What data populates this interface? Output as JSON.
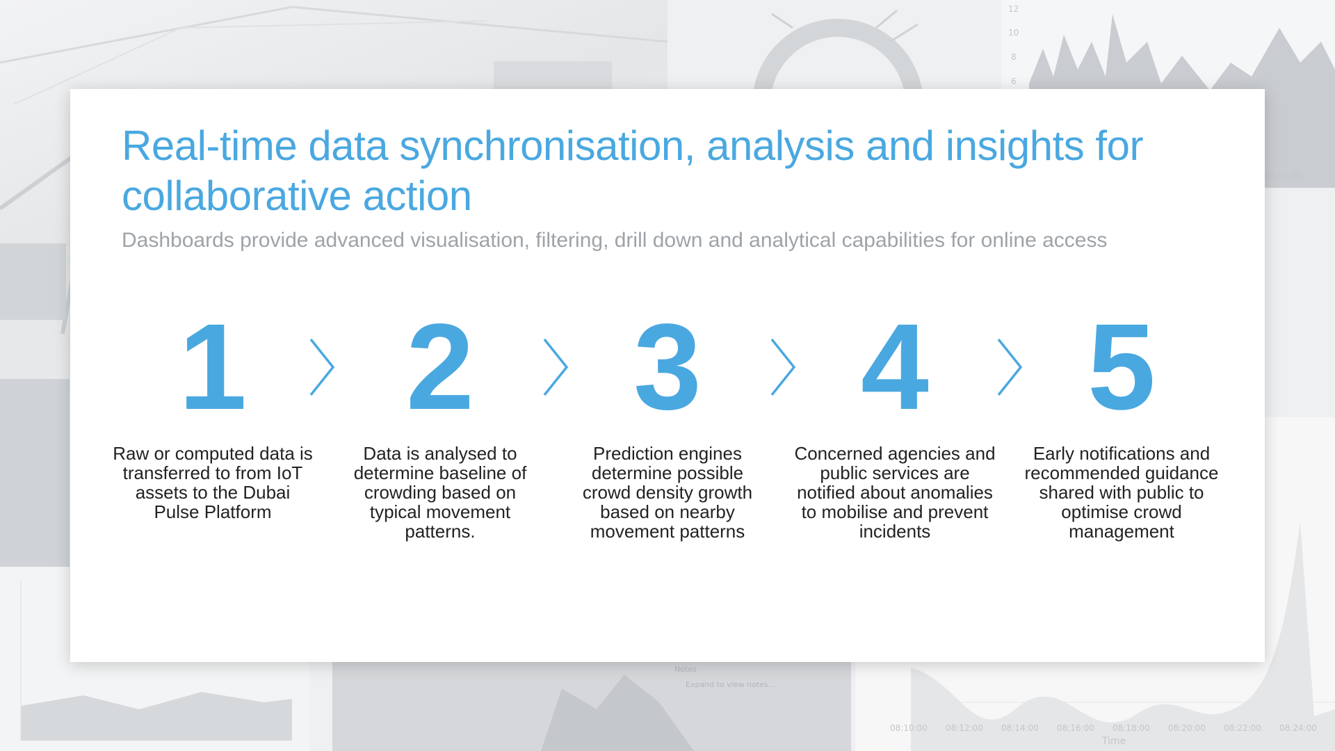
{
  "slide": {
    "title": "Real-time data synchronisation, analysis and insights for collaborative action",
    "subtitle": "Dashboards provide advanced visualisation, filtering, drill down and analytical capabilities for online access"
  },
  "steps": [
    {
      "number": "1",
      "text": "Raw or computed data is transferred to from IoT assets to the Dubai Pulse Platform"
    },
    {
      "number": "2",
      "text": "Data is analysed to determine baseline of crowding based on typical movement patterns."
    },
    {
      "number": "3",
      "text": "Prediction engines determine possible crowd density growth based on nearby movement patterns"
    },
    {
      "number": "4",
      "text": "Concerned agencies and public services are notified about anomalies to mobilise and prevent incidents"
    },
    {
      "number": "5",
      "text": "Early notifications and recommended guidance shared with public to optimise crowd management"
    }
  ],
  "background": {
    "top_chart_ticks": [
      "12",
      "10",
      "8",
      "6"
    ],
    "top_chart_time": "00:01:50",
    "notes_label": "Notes",
    "notes_expand": "Expand to view notes...",
    "right_chart_times": [
      "08:10:00",
      "08:12:00",
      "08:14:00",
      "08:16:00",
      "08:18:00",
      "08:20:00",
      "08:22:00",
      "08:24:00"
    ],
    "right_chart_xlabel": "Time"
  },
  "colors": {
    "accent": "#4aa8e0",
    "subtitle": "#9ea3a8",
    "body_text": "#222222",
    "card": "#ffffff"
  },
  "icons": {
    "step_separator": "chevron-right-icon"
  }
}
